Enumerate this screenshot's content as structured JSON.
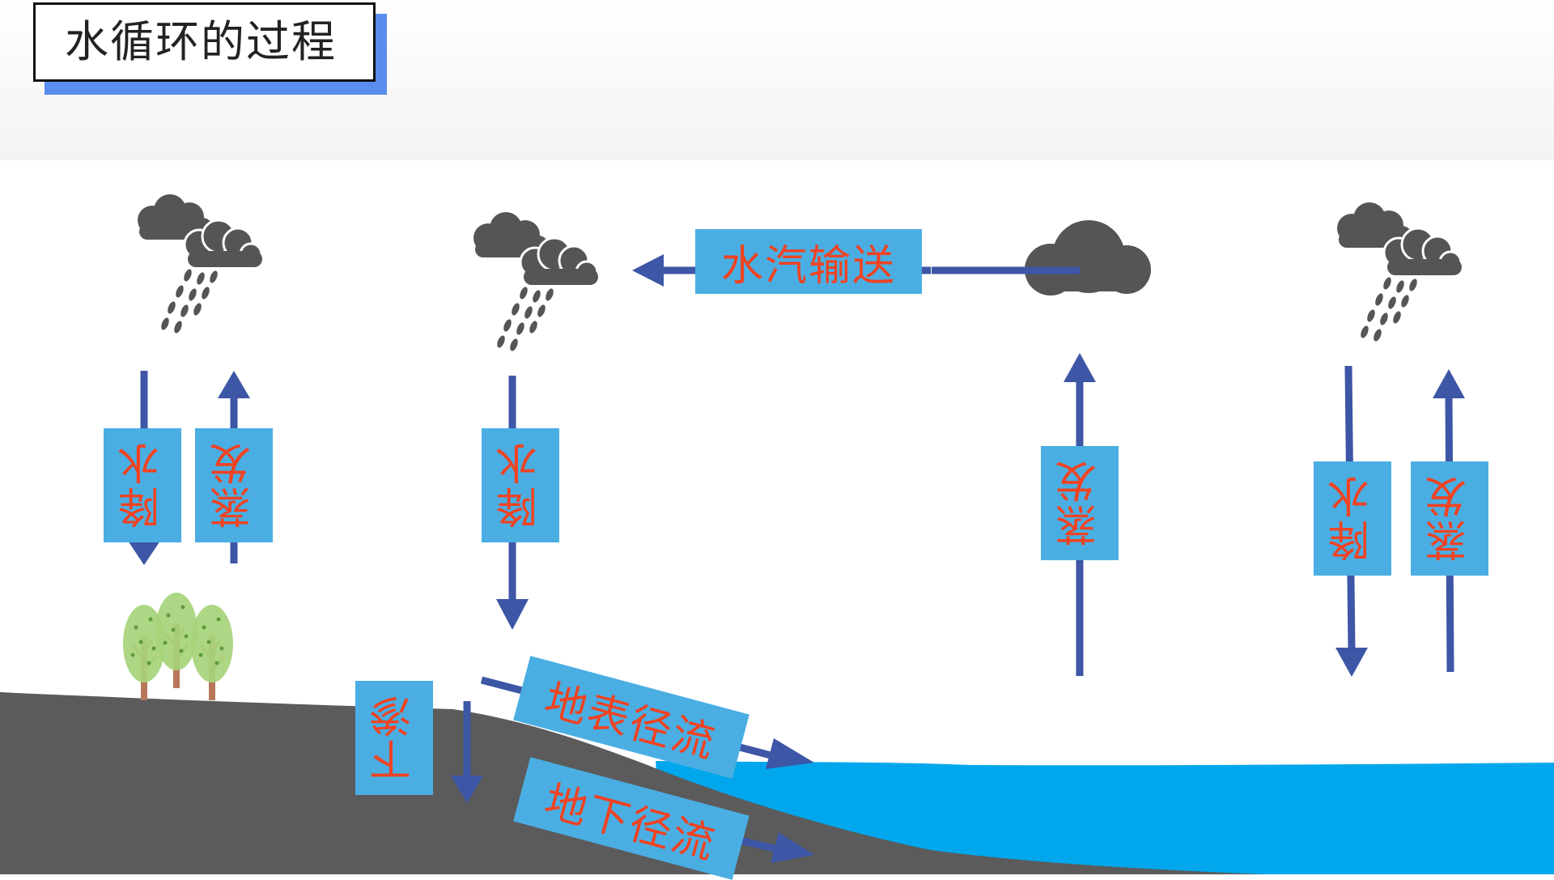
{
  "title": "水循环的过程",
  "labels": {
    "precipitation": "降水",
    "evaporation": "蒸发",
    "vapor_transport": "水汽输送",
    "infiltration": "下渗",
    "surface_runoff": "地表径流",
    "groundwater_runoff": "地下径流"
  },
  "colors": {
    "label_bg": "#4aaee3",
    "label_text": "#ef4322",
    "arrow": "#3d56a6",
    "land": "#5b5b5b",
    "ocean": "#00a7ec",
    "cloud": "#555555",
    "title_accent": "#5b8def"
  },
  "icons": [
    "rain-cloud-icon",
    "cloud-icon",
    "trees-icon"
  ]
}
